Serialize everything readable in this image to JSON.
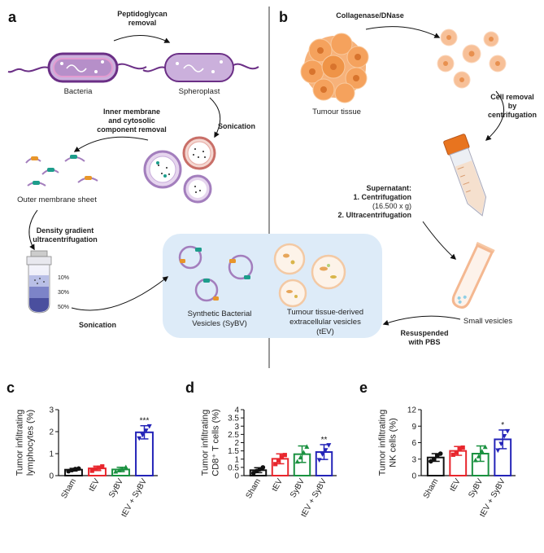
{
  "panels": {
    "a": {
      "letter": "a",
      "bacteria": "Bacteria",
      "step_peptidoglycan": "Peptidoglycan\nremoval",
      "spheroplast": "Spheroplast",
      "step_inner": "Inner membrane\nand cytosolic\ncomponent removal",
      "step_sonication1": "Sonication",
      "outer_sheet": "Outer membrane sheet",
      "step_density": "Density gradient\nultracentrifugation",
      "grad_10": "10%",
      "grad_30": "30%",
      "grad_50": "50%",
      "step_sonication2": "Sonication",
      "sybv": "Synthetic Bacterial\nVesicles (SyBV)"
    },
    "b": {
      "letter": "b",
      "step_collagenase": "Collagenase/DNase",
      "tumour_tissue": "Tumour tissue",
      "step_cell_removal": "Cell removal\nby\ncentrifugation",
      "step_supernatant_title": "Supernatant:",
      "step_supernatant_1": "1. Centrifugation",
      "step_supernatant_speed": "(16.500 x g)",
      "step_supernatant_2": "2. Ultracentrifugation",
      "small_vesicles": "Small vesicles",
      "step_resuspended": "Resuspended\nwith PBS",
      "tev": "Tumour tissue-derived\nextracellular vesicles\n(tEV)"
    }
  },
  "colors": {
    "sham": "#111111",
    "tev": "#e8262d",
    "sybv": "#1a9140",
    "combo": "#2424b8",
    "bacteria_fill": "#b68fc9",
    "bacteria_edge": "#6b2f86",
    "orange_marker": "#e8962a",
    "teal_marker": "#1d9d8b",
    "center_box": "#ddebf8",
    "tumour": "#f5a25d"
  },
  "chart_data": [
    {
      "type": "bar",
      "panel": "c",
      "ylabel": "Tumor infiltrating\nlymphocytes (%)",
      "categories": [
        "Sham",
        "tEV",
        "SyBV",
        "tEV + SyBV"
      ],
      "values": [
        0.27,
        0.33,
        0.28,
        1.97
      ],
      "errors": [
        0.06,
        0.1,
        0.1,
        0.3
      ],
      "points": [
        [
          0.2,
          0.25,
          0.3,
          0.32
        ],
        [
          0.22,
          0.3,
          0.36,
          0.42
        ],
        [
          0.18,
          0.24,
          0.3,
          0.38
        ],
        [
          1.7,
          1.85,
          2.05,
          2.25
        ]
      ],
      "ylim": [
        0,
        3
      ],
      "yticks": [
        0,
        1,
        2,
        3
      ],
      "significance": [
        "",
        "",
        "",
        "***"
      ]
    },
    {
      "type": "bar",
      "panel": "d",
      "ylabel": "Tumor infiltrating\nCD8⁺ T cells (%)",
      "categories": [
        "Sham",
        "tEV",
        "SyBV",
        "tEV + SyBV"
      ],
      "values": [
        0.33,
        1.02,
        1.3,
        1.43
      ],
      "errors": [
        0.15,
        0.3,
        0.5,
        0.45
      ],
      "points": [
        [
          0.15,
          0.28,
          0.38,
          0.5
        ],
        [
          0.7,
          0.9,
          1.15,
          1.25
        ],
        [
          0.85,
          1.1,
          1.4,
          1.75
        ],
        [
          0.95,
          1.3,
          1.55,
          1.85
        ]
      ],
      "ylim": [
        0,
        4
      ],
      "yticks": [
        0,
        0.5,
        1,
        1.5,
        2,
        2.5,
        3,
        3.5,
        4
      ],
      "significance": [
        "",
        "",
        "",
        "**"
      ]
    },
    {
      "type": "bar",
      "panel": "e",
      "ylabel": "Tumor infiltrating\nNK cells (%)",
      "categories": [
        "Sham",
        "tEV",
        "SyBV",
        "tEV + SyBV"
      ],
      "values": [
        3.3,
        4.5,
        4.0,
        6.6
      ],
      "errors": [
        0.7,
        0.8,
        1.4,
        1.7
      ],
      "points": [
        [
          2.6,
          3.0,
          3.6,
          4.0
        ],
        [
          3.8,
          4.2,
          4.8,
          5.1
        ],
        [
          2.8,
          3.5,
          4.4,
          5.2
        ],
        [
          4.6,
          5.8,
          7.2,
          8.1
        ]
      ],
      "ylim": [
        0,
        12
      ],
      "yticks": [
        0,
        3,
        6,
        9,
        12
      ],
      "significance": [
        "",
        "",
        "",
        "*"
      ]
    }
  ]
}
